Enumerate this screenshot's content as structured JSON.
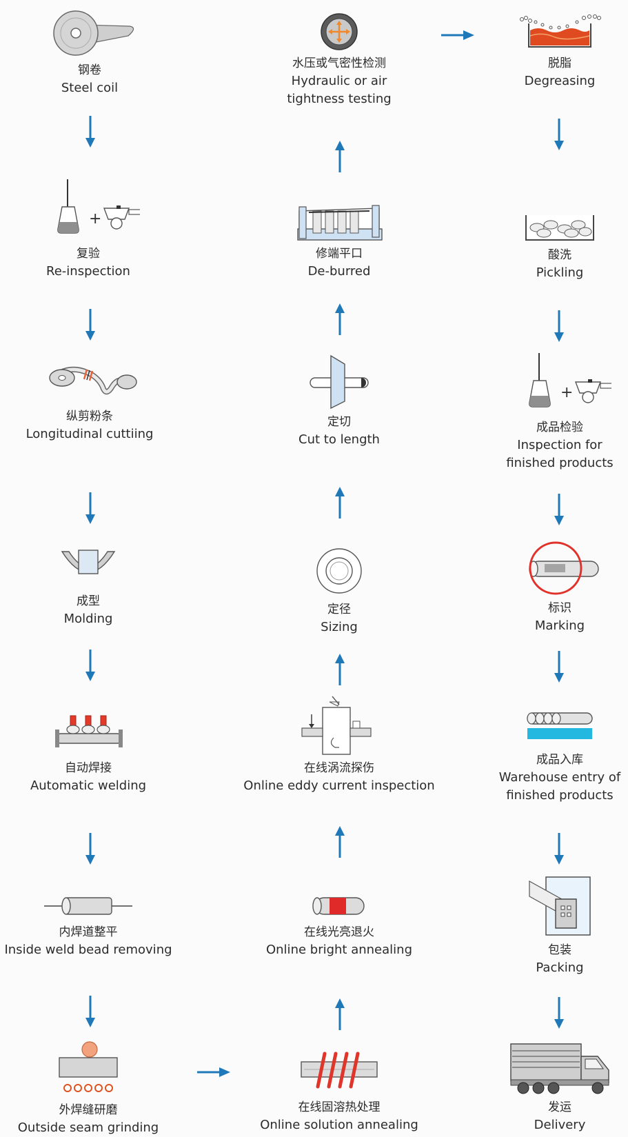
{
  "accent_color": "#1f78b8",
  "steps": [
    {
      "zh": "钢卷",
      "en": "Steel coil",
      "icon": "steel-coil-icon"
    },
    {
      "zh": "复验",
      "en": "Re-inspection",
      "icon": "lab-inspection-icon"
    },
    {
      "zh": "纵剪粉条",
      "en": "Longitudinal cuttiing",
      "icon": "slitting-icon"
    },
    {
      "zh": "成型",
      "en": "Molding",
      "icon": "molding-icon"
    },
    {
      "zh": "自动焊接",
      "en": "Automatic welding",
      "icon": "welding-icon"
    },
    {
      "zh": "内焊道整平",
      "en": "Inside weld bead removing",
      "icon": "bead-removal-icon"
    },
    {
      "zh": "外焊缝研磨",
      "en": "Outside seam grinding",
      "icon": "grinding-icon"
    },
    {
      "zh": "在线固溶热处理",
      "en": "Online solution annealing",
      "icon": "induction-coil-icon"
    },
    {
      "zh": "在线光亮退火",
      "en": "Online bright annealing",
      "icon": "annealing-icon"
    },
    {
      "zh": "在线涡流探伤",
      "en": "Online eddy current inspection",
      "icon": "eddy-current-icon"
    },
    {
      "zh": "定径",
      "en": "Sizing",
      "icon": "sizing-ring-icon"
    },
    {
      "zh": "定切",
      "en": "Cut to length",
      "icon": "cutting-icon"
    },
    {
      "zh": "修端平口",
      "en": "De-burred",
      "icon": "deburring-icon"
    },
    {
      "zh": "水压或气密性检测",
      "en": "Hydraulic or air tightness testing",
      "icon": "pressure-gauge-icon"
    },
    {
      "zh": "脱脂",
      "en": "Degreasing",
      "icon": "degreasing-tank-icon"
    },
    {
      "zh": "酸洗",
      "en": "Pickling",
      "icon": "pickling-tank-icon"
    },
    {
      "zh": "成品检验",
      "en": "Inspection for finished products",
      "icon": "lab-inspection-icon"
    },
    {
      "zh": "标识",
      "en": "Marking",
      "icon": "marking-icon"
    },
    {
      "zh": "成品入库",
      "en": "Warehouse entry of finished products",
      "icon": "warehouse-icon"
    },
    {
      "zh": "包装",
      "en": "Packing",
      "icon": "packing-icon"
    },
    {
      "zh": "发运",
      "en": "Delivery",
      "icon": "truck-icon"
    }
  ]
}
